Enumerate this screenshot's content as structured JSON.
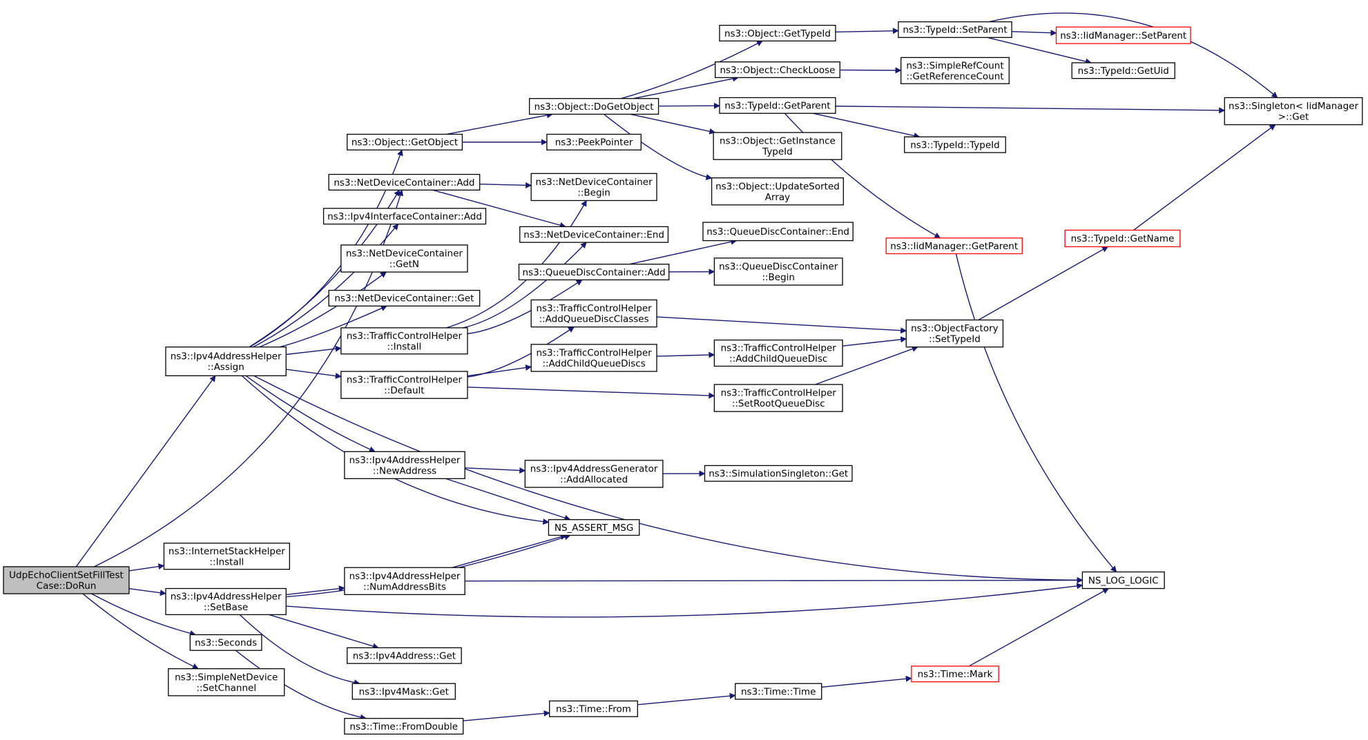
{
  "colors": {
    "edge": "#191970",
    "node_border": "#000000",
    "node_border_truncated": "#ff0000",
    "node_fill": "#ffffff",
    "root_fill": "#bfbfbf"
  },
  "nodes": [
    {
      "id": "doRun",
      "lines": [
        "UdpEchoClientSetFillTest",
        "Case::DoRun"
      ],
      "style": "root"
    },
    {
      "id": "ipv4Assign",
      "lines": [
        "ns3::Ipv4AddressHelper",
        "::Assign"
      ]
    },
    {
      "id": "inetInstall",
      "lines": [
        "ns3::InternetStackHelper",
        "::Install"
      ]
    },
    {
      "id": "ipv4SetBase",
      "lines": [
        "ns3::Ipv4AddressHelper",
        "::SetBase"
      ]
    },
    {
      "id": "seconds",
      "lines": [
        "ns3::Seconds"
      ]
    },
    {
      "id": "simpleSetChannel",
      "lines": [
        "ns3::SimpleNetDevice",
        "::SetChannel"
      ]
    },
    {
      "id": "getObject",
      "lines": [
        "ns3::Object::GetObject"
      ]
    },
    {
      "id": "ndcAdd",
      "lines": [
        "ns3::NetDeviceContainer::Add"
      ]
    },
    {
      "id": "ipv4IfcAdd",
      "lines": [
        "ns3::Ipv4InterfaceContainer::Add"
      ]
    },
    {
      "id": "ndcGetN",
      "lines": [
        "ns3::NetDeviceContainer",
        "::GetN"
      ]
    },
    {
      "id": "ndcGet",
      "lines": [
        "ns3::NetDeviceContainer::Get"
      ]
    },
    {
      "id": "tchInstall",
      "lines": [
        "ns3::TrafficControlHelper",
        "::Install"
      ]
    },
    {
      "id": "tchDefault",
      "lines": [
        "ns3::TrafficControlHelper",
        "::Default"
      ]
    },
    {
      "id": "newAddress",
      "lines": [
        "ns3::Ipv4AddressHelper",
        "::NewAddress"
      ]
    },
    {
      "id": "numAddrBits",
      "lines": [
        "ns3::Ipv4AddressHelper",
        "::NumAddressBits"
      ]
    },
    {
      "id": "ipv4AddrGet",
      "lines": [
        "ns3::Ipv4Address::Get"
      ]
    },
    {
      "id": "ipv4MaskGet",
      "lines": [
        "ns3::Ipv4Mask::Get"
      ]
    },
    {
      "id": "fromDouble",
      "lines": [
        "ns3::Time::FromDouble"
      ]
    },
    {
      "id": "doGetObject",
      "lines": [
        "ns3::Object::DoGetObject"
      ]
    },
    {
      "id": "peekPointer",
      "lines": [
        "ns3::PeekPointer"
      ]
    },
    {
      "id": "ndcBegin",
      "lines": [
        "ns3::NetDeviceContainer",
        "::Begin"
      ]
    },
    {
      "id": "ndcEnd",
      "lines": [
        "ns3::NetDeviceContainer::End"
      ]
    },
    {
      "id": "qdcAdd",
      "lines": [
        "ns3::QueueDiscContainer::Add"
      ]
    },
    {
      "id": "addQdClasses",
      "lines": [
        "ns3::TrafficControlHelper",
        "::AddQueueDiscClasses"
      ]
    },
    {
      "id": "addChildQds",
      "lines": [
        "ns3::TrafficControlHelper",
        "::AddChildQueueDiscs"
      ]
    },
    {
      "id": "addrGenAddAlloc",
      "lines": [
        "ns3::Ipv4AddressGenerator",
        "::AddAllocated"
      ]
    },
    {
      "id": "nsAssert",
      "lines": [
        "NS_ASSERT_MSG"
      ]
    },
    {
      "id": "timeFrom",
      "lines": [
        "ns3::Time::From"
      ]
    },
    {
      "id": "objGetTypeId",
      "lines": [
        "ns3::Object::GetTypeId"
      ]
    },
    {
      "id": "objCheckLoose",
      "lines": [
        "ns3::Object::CheckLoose"
      ]
    },
    {
      "id": "typeIdGetParent",
      "lines": [
        "ns3::TypeId::GetParent"
      ]
    },
    {
      "id": "objGetInstTypeId",
      "lines": [
        "ns3::Object::GetInstance",
        "TypeId"
      ]
    },
    {
      "id": "objUpdSorted",
      "lines": [
        "ns3::Object::UpdateSorted",
        "Array"
      ]
    },
    {
      "id": "qdcEnd",
      "lines": [
        "ns3::QueueDiscContainer::End"
      ]
    },
    {
      "id": "qdcBegin",
      "lines": [
        "ns3::QueueDiscContainer",
        "::Begin"
      ]
    },
    {
      "id": "addChildQd",
      "lines": [
        "ns3::TrafficControlHelper",
        "::AddChildQueueDisc"
      ]
    },
    {
      "id": "setRootQd",
      "lines": [
        "ns3::TrafficControlHelper",
        "::SetRootQueueDisc"
      ]
    },
    {
      "id": "simSingletonGet",
      "lines": [
        "ns3::SimulationSingleton::Get"
      ]
    },
    {
      "id": "timeTime",
      "lines": [
        "ns3::Time::Time"
      ]
    },
    {
      "id": "typeIdSetParent",
      "lines": [
        "ns3::TypeId::SetParent"
      ]
    },
    {
      "id": "simpleRefCount",
      "lines": [
        "ns3::SimpleRefCount",
        "::GetReferenceCount"
      ]
    },
    {
      "id": "typeIdTypeId",
      "lines": [
        "ns3::TypeId::TypeId"
      ]
    },
    {
      "id": "iidGetParent",
      "lines": [
        "ns3::IidManager::GetParent"
      ],
      "style": "truncated"
    },
    {
      "id": "objFactSetTypeId",
      "lines": [
        "ns3::ObjectFactory",
        "::SetTypeId"
      ]
    },
    {
      "id": "timeMark",
      "lines": [
        "ns3::Time::Mark"
      ],
      "style": "truncated"
    },
    {
      "id": "iidSetParent",
      "lines": [
        "ns3::IidManager::SetParent"
      ],
      "style": "truncated"
    },
    {
      "id": "typeIdGetUid",
      "lines": [
        "ns3::TypeId::GetUid"
      ]
    },
    {
      "id": "typeIdGetName",
      "lines": [
        "ns3::TypeId::GetName"
      ],
      "style": "truncated"
    },
    {
      "id": "nsLogLogic",
      "lines": [
        "NS_LOG_LOGIC"
      ]
    },
    {
      "id": "singletonGet",
      "lines": [
        "ns3::Singleton< IidManager",
        " >::Get"
      ]
    }
  ]
}
